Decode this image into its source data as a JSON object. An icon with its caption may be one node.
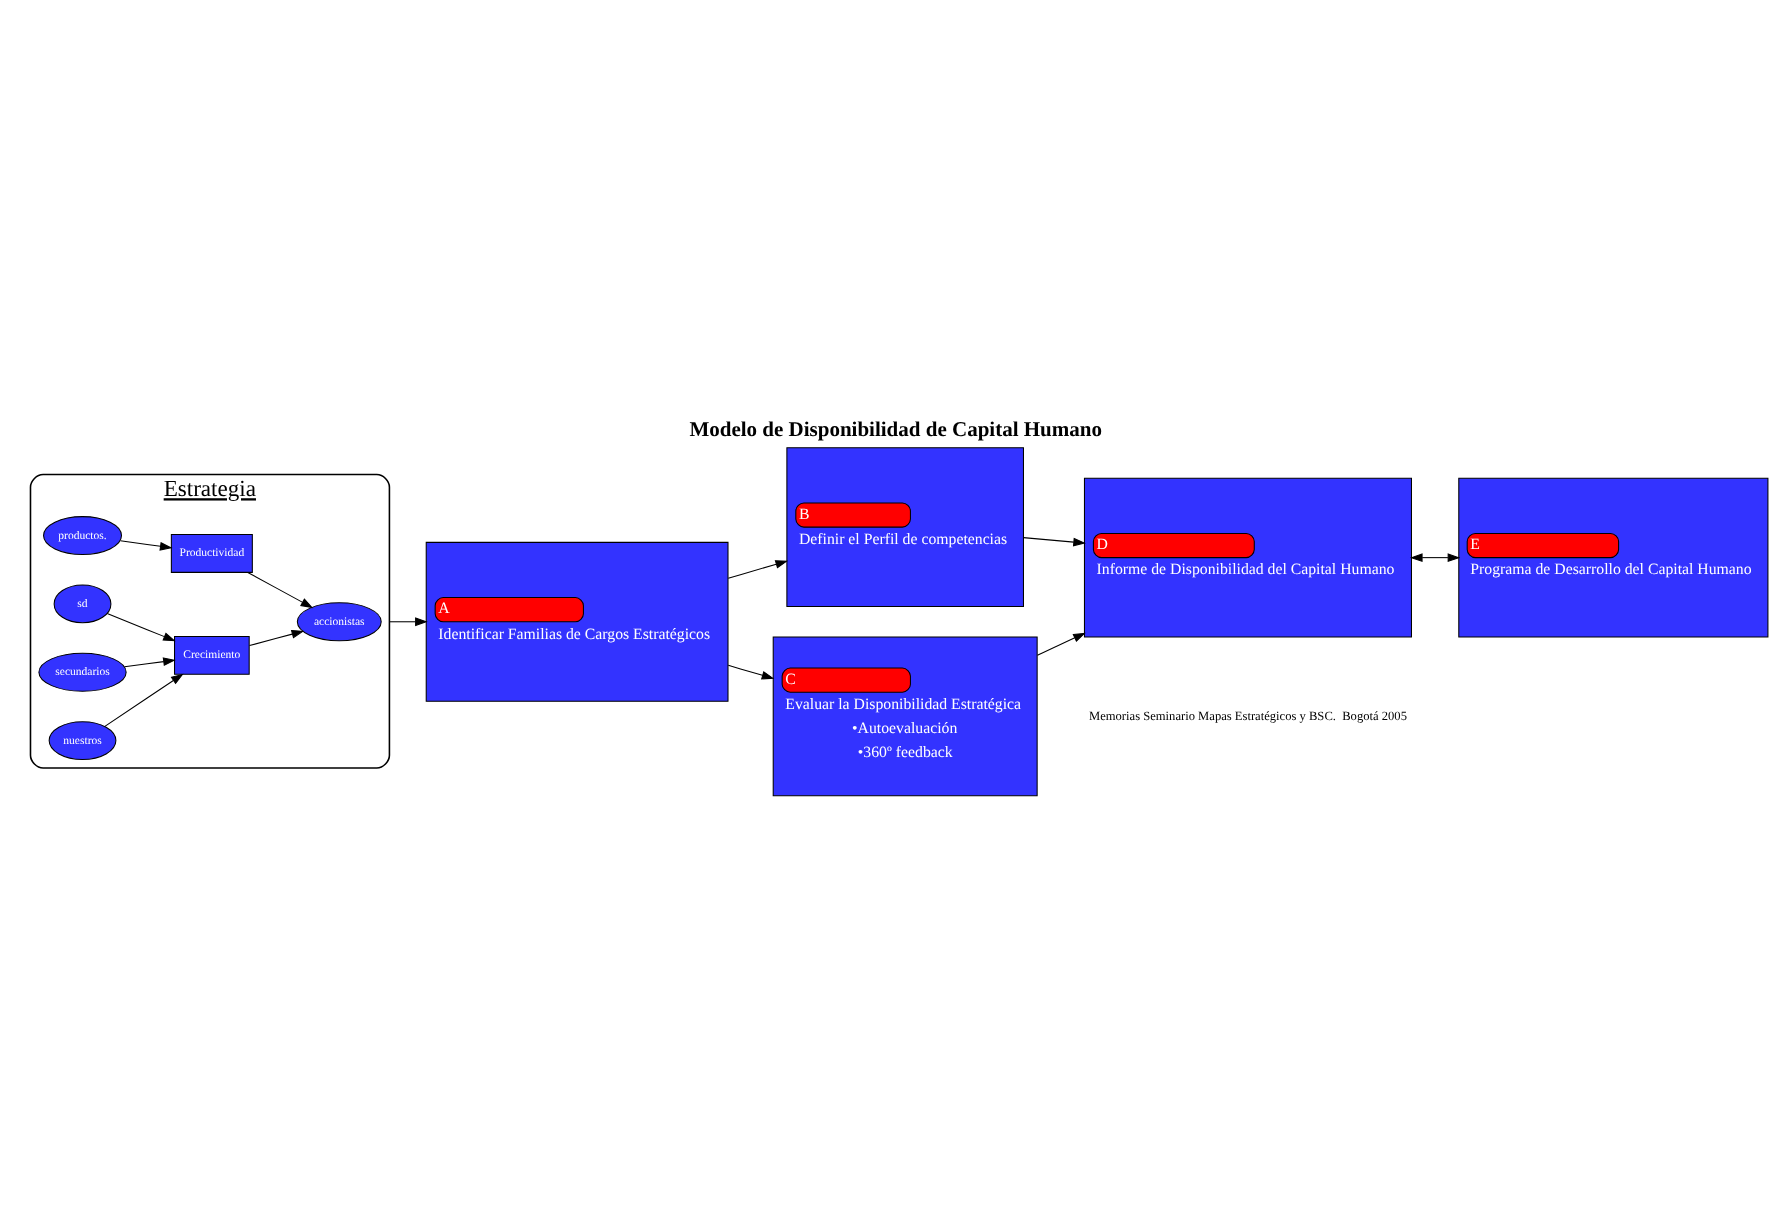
{
  "diagram": {
    "title": "Modelo de Disponibilidad de Capital Humano",
    "nodes": [
      {
        "text": [
          "Estrategia"
        ]
      },
      {
        "text": [
          "accionistas"
        ],
        "in": 0
      },
      {
        "text": [
          "Productividad"
        ],
        "in": 0
      },
      {
        "text": [
          "Crecimiento"
        ],
        "in": 0
      },
      {
        "text": [
          "sd"
        ],
        "in": 0
      },
      {
        "text": [
          "productos."
        ],
        "in": 0
      },
      {
        "text": [
          "secundarios"
        ],
        "in": 0
      },
      {
        "text": [
          "nuestros"
        ],
        "in": 0
      },
      {
        "text": [
          "A",
          "Identificar Familias de Cargos Estratégicos"
        ]
      },
      {
        "text": [
          "B",
          "Definir el Perfil de competencias"
        ]
      },
      {
        "text": [
          "C",
          "Evaluar la Disponibilidad Estratégica",
          "•Autoevaluación",
          "•360º feedback"
        ]
      },
      {
        "text": [
          "D",
          "Informe de Disponibilidad del Capital Humano"
        ]
      },
      {
        "text": [
          "E",
          "Programa de Desarrollo del Capital Humano"
        ]
      }
    ],
    "edges": [
      {
        "from": 5,
        "to": 2,
        "arrow": "to"
      },
      {
        "from": 2,
        "to": 1,
        "arrow": "to"
      },
      {
        "from": 3,
        "to": 1,
        "arrow": "to"
      },
      {
        "from": 4,
        "to": 3,
        "arrow": "to"
      },
      {
        "from": 6,
        "to": 3,
        "arrow": "to"
      },
      {
        "from": 7,
        "to": 3,
        "arrow": "to"
      },
      {
        "from": 0,
        "to": 8,
        "arrow": "to"
      },
      {
        "from": 8,
        "to": 9,
        "arrow": "to"
      },
      {
        "from": 9,
        "to": 11,
        "arrow": "to"
      },
      {
        "from": 8,
        "to": 10,
        "arrow": "to"
      },
      {
        "from": 10,
        "to": 11,
        "arrow": "to"
      },
      {
        "from": 11,
        "to": 12,
        "arrow": "both"
      }
    ],
    "labels": [
      "Memorias Seminario Mapas Estratégicos y BSC.  Bogotá 2005"
    ]
  }
}
